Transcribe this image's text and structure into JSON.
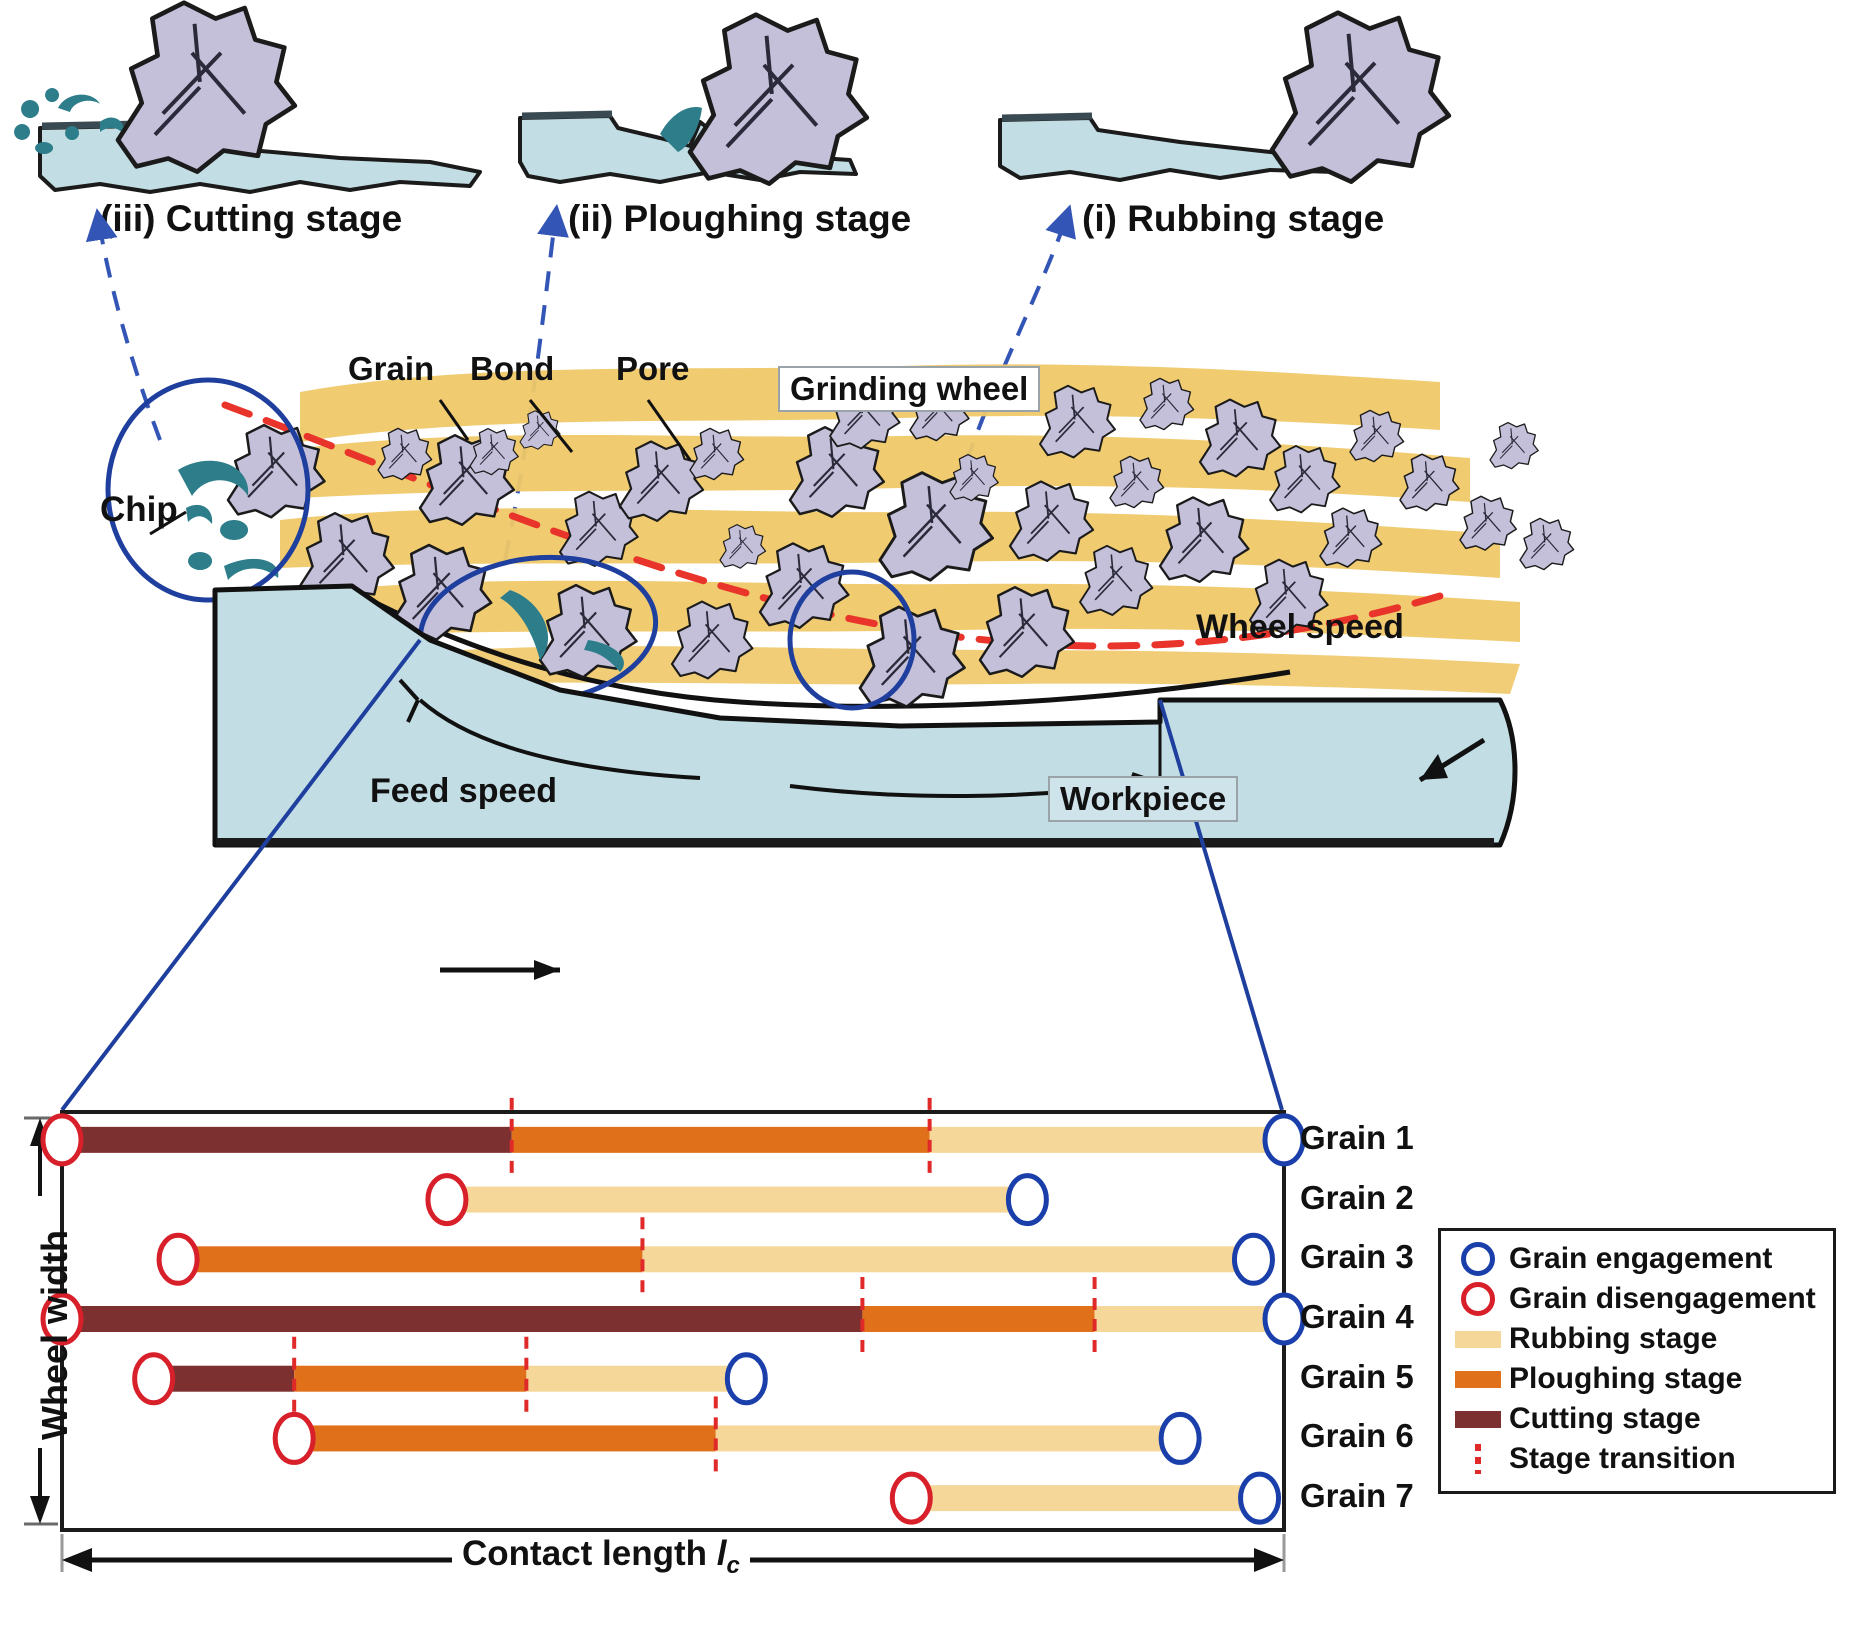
{
  "figure": {
    "title_absent": true,
    "colors": {
      "grain": "#c5c0da",
      "grain_outline": "#111111",
      "bond": "#efc868",
      "workpiece": "#c2dde4",
      "chip": "#2d7d8a",
      "wheel_path_dashed": "#e8342a",
      "callout_circle": "#1f3f9e",
      "callout_arrow": "#3355b5",
      "rubbing": "#f5d79a",
      "ploughing": "#e1701a",
      "cutting": "#7d3030",
      "transition": "#e02a2a",
      "engagement": "#1a3faa",
      "disengagement": "#d8202a"
    }
  },
  "top_stages": [
    {
      "id": "cutting",
      "caption": "(iii) Cutting stage"
    },
    {
      "id": "ploughing",
      "caption": "(ii) Ploughing stage"
    },
    {
      "id": "rubbing",
      "caption": "(i) Rubbing stage"
    }
  ],
  "wheel_diagram": {
    "wheel_label": "Grinding wheel",
    "workpiece_label": "Workpiece",
    "wheel_speed_label": "Wheel speed",
    "feed_speed_label": "Feed speed",
    "annotations": [
      {
        "name": "grain",
        "text": "Grain"
      },
      {
        "name": "bond",
        "text": "Bond"
      },
      {
        "name": "pore",
        "text": "Pore"
      },
      {
        "name": "chip",
        "text": "Chip"
      }
    ]
  },
  "chart_data": {
    "type": "bar",
    "subtype": "horizontal-stacked-timeline",
    "title": "Grain engagement stages over the contact length",
    "xlabel": "Contact length lc",
    "ylabel": "Wheel width",
    "xlim": [
      0,
      100
    ],
    "grid": false,
    "legend_position": "right",
    "stage_order": [
      "cutting",
      "ploughing",
      "rubbing"
    ],
    "stage_colors": {
      "rubbing": "#f5d79a",
      "ploughing": "#e1701a",
      "cutting": "#7d3030"
    },
    "legend": [
      {
        "key": "grain-engagement",
        "marker": "ring-blue",
        "label": "Grain engagement",
        "color": "#1a3faa"
      },
      {
        "key": "grain-disengagement",
        "marker": "ring-red",
        "label": "Grain disengagement",
        "color": "#d8202a"
      },
      {
        "key": "rubbing",
        "marker": "swatch",
        "label": "Rubbing stage",
        "color": "#f5d79a"
      },
      {
        "key": "ploughing",
        "marker": "swatch",
        "label": "Ploughing stage",
        "color": "#e1701a"
      },
      {
        "key": "cutting",
        "marker": "swatch",
        "label": "Cutting stage",
        "color": "#7d3030"
      },
      {
        "key": "transition",
        "marker": "dashed",
        "label": "Stage transition",
        "color": "#e02a2a"
      }
    ],
    "categories": [
      "Grain 1",
      "Grain 2",
      "Grain 3",
      "Grain 4",
      "Grain 5",
      "Grain 6",
      "Grain 7"
    ],
    "rows": [
      {
        "label": "Grain 1",
        "start": 0.0,
        "end": 100.0,
        "segments": [
          {
            "stage": "cutting",
            "from": 0.0,
            "to": 36.8
          },
          {
            "stage": "ploughing",
            "from": 36.8,
            "to": 71.0
          },
          {
            "stage": "rubbing",
            "from": 71.0,
            "to": 100.0
          }
        ],
        "transitions": [
          36.8,
          71.0
        ],
        "disengagement_at": 0.0,
        "engagement_at": 100.0
      },
      {
        "label": "Grain 2",
        "start": 31.5,
        "end": 79.0,
        "segments": [
          {
            "stage": "rubbing",
            "from": 31.5,
            "to": 79.0
          }
        ],
        "transitions": [],
        "disengagement_at": 31.5,
        "engagement_at": 79.0
      },
      {
        "label": "Grain 3",
        "start": 9.5,
        "end": 97.5,
        "segments": [
          {
            "stage": "ploughing",
            "from": 9.5,
            "to": 47.5
          },
          {
            "stage": "rubbing",
            "from": 47.5,
            "to": 97.5
          }
        ],
        "transitions": [
          47.5
        ],
        "disengagement_at": 9.5,
        "engagement_at": 97.5
      },
      {
        "label": "Grain 4",
        "start": 0.0,
        "end": 100.0,
        "segments": [
          {
            "stage": "cutting",
            "from": 0.0,
            "to": 65.5
          },
          {
            "stage": "ploughing",
            "from": 65.5,
            "to": 84.5
          },
          {
            "stage": "rubbing",
            "from": 84.5,
            "to": 100.0
          }
        ],
        "transitions": [
          65.5,
          84.5
        ],
        "disengagement_at": 0.0,
        "engagement_at": 100.0
      },
      {
        "label": "Grain 5",
        "start": 7.5,
        "end": 56.0,
        "segments": [
          {
            "stage": "cutting",
            "from": 7.5,
            "to": 19.0
          },
          {
            "stage": "ploughing",
            "from": 19.0,
            "to": 38.0
          },
          {
            "stage": "rubbing",
            "from": 38.0,
            "to": 56.0
          }
        ],
        "transitions": [
          19.0,
          38.0
        ],
        "disengagement_at": 7.5,
        "engagement_at": 56.0
      },
      {
        "label": "Grain 6",
        "start": 19.0,
        "end": 91.5,
        "segments": [
          {
            "stage": "ploughing",
            "from": 19.0,
            "to": 53.5
          },
          {
            "stage": "rubbing",
            "from": 53.5,
            "to": 91.5
          }
        ],
        "transitions": [
          53.5
        ],
        "disengagement_at": 19.0,
        "engagement_at": 91.5
      },
      {
        "label": "Grain 7",
        "start": 69.5,
        "end": 98.0,
        "segments": [
          {
            "stage": "rubbing",
            "from": 69.5,
            "to": 98.0
          }
        ],
        "transitions": [],
        "disengagement_at": 69.5,
        "engagement_at": 98.0
      }
    ],
    "axis_labels": {
      "y": "Wheel width",
      "x_prefix": "Contact length ",
      "x_symbol": "l",
      "x_sub": "c"
    }
  }
}
